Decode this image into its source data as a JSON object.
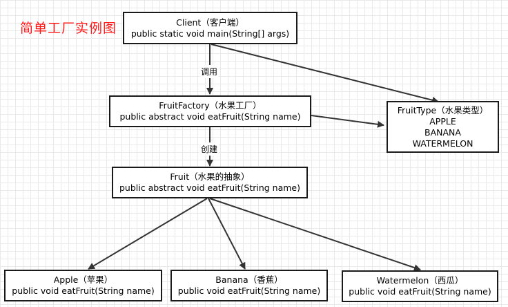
{
  "title": "简单工厂实例图",
  "colors": {
    "title": "#ff1a1a",
    "line": "#333333",
    "border": "#1a1a1a",
    "grid": "#e9e9e9"
  },
  "nodes": {
    "client": {
      "name": "Client（客户端）",
      "method": "public static void main(String[] args)"
    },
    "factory": {
      "name": "FruitFactory（水果工厂）",
      "method": "public abstract void eatFruit(String name)"
    },
    "fruit": {
      "name": "Fruit（水果的抽象）",
      "method": "public abstract void eatFruit(String name)"
    },
    "fruittype": {
      "name": "FruitType（水果类型）",
      "values": [
        "APPLE",
        "BANANA",
        "WATERMELON"
      ]
    },
    "apple": {
      "name": "Apple（苹果）",
      "method": "public void eatFruit(String name)"
    },
    "banana": {
      "name": "Banana（香蕉）",
      "method": "public void eatFruit(String name)"
    },
    "watermelon": {
      "name": "Watermelon（西瓜）",
      "method": "public void eatFruit(String name)"
    }
  },
  "edges": [
    {
      "from": "client",
      "to": "factory",
      "label": "调用"
    },
    {
      "from": "client",
      "to": "fruittype",
      "label": ""
    },
    {
      "from": "factory",
      "to": "fruittype",
      "label": ""
    },
    {
      "from": "factory",
      "to": "fruit",
      "label": "创建"
    },
    {
      "from": "fruit",
      "to": "apple",
      "label": ""
    },
    {
      "from": "fruit",
      "to": "banana",
      "label": ""
    },
    {
      "from": "fruit",
      "to": "watermelon",
      "label": ""
    }
  ]
}
